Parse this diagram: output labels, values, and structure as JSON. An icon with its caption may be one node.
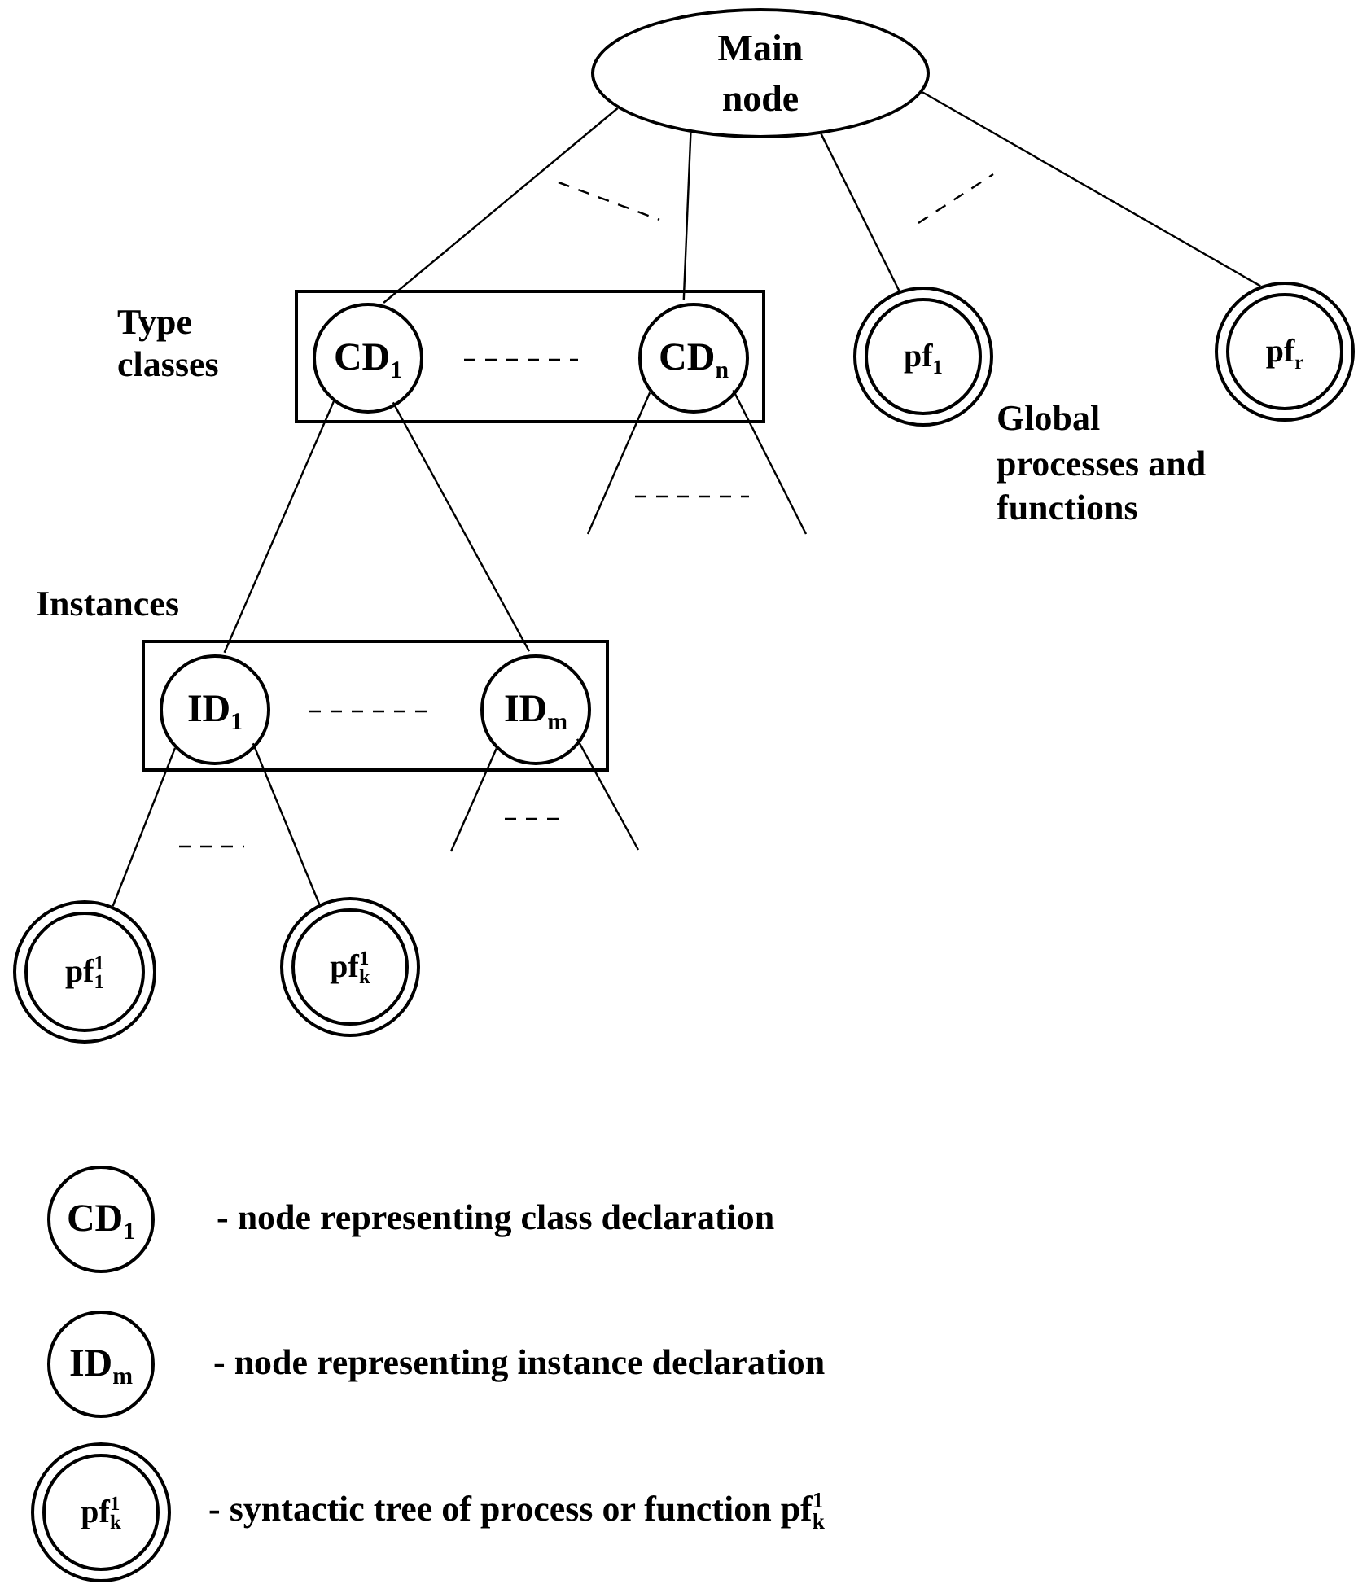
{
  "diagram": {
    "nodes": [
      {
        "text": [
          "Main node"
        ]
      },
      {
        "text": [
          "Type classes"
        ]
      },
      {
        "text": [
          "CD$_{1}$"
        ],
        "in": 1
      },
      {
        "text": [
          "CD$_{n}$"
        ],
        "in": 1
      },
      {
        "text": [
          "pf$_{1}$"
        ],
        "beside": [
          "Global processes and functions"
        ]
      },
      {
        "text": [
          "pf$_{r}$"
        ]
      },
      {
        "text": [
          "Instances"
        ]
      },
      {
        "text": [
          "ID$_{1}$"
        ],
        "in": 6
      },
      {
        "text": [
          "ID$_{m}$"
        ],
        "in": 6
      },
      {
        "text": [
          "pf$^{1}$$_{1}$"
        ]
      },
      {
        "text": [
          "pf$^{1}$$_{k}$"
        ]
      },
      {
        "text": [
          "CD$_{1}$"
        ],
        "beside": [
          "- node representing class declaration"
        ]
      },
      {
        "text": [
          "ID$_{m}$"
        ],
        "beside": [
          "- node representing instance declaration"
        ]
      },
      {
        "text": [
          "pf$^{1}$$_{k}$"
        ],
        "beside": [
          "- syntactic tree of process or function  pf$^{1}$$_{k}$"
        ]
      }
    ],
    "edges": [
      {
        "from": 0,
        "to": 2,
        "arrow": "none"
      },
      {
        "from": 0,
        "to": 3,
        "arrow": "none"
      },
      {
        "from": 0,
        "to": 4,
        "arrow": "none"
      },
      {
        "from": 0,
        "to": 5,
        "arrow": "none"
      },
      {
        "from": 2,
        "to": 7,
        "arrow": "none"
      },
      {
        "from": 2,
        "to": 8,
        "arrow": "none"
      },
      {
        "from": 3,
        "to": null,
        "arrow": "none"
      },
      {
        "from": 3,
        "to": null,
        "arrow": "none"
      },
      {
        "from": 7,
        "to": 9,
        "arrow": "none"
      },
      {
        "from": 7,
        "to": 10,
        "arrow": "none"
      },
      {
        "from": 8,
        "to": null,
        "arrow": "none"
      },
      {
        "from": 8,
        "to": null,
        "arrow": "none"
      }
    ]
  }
}
